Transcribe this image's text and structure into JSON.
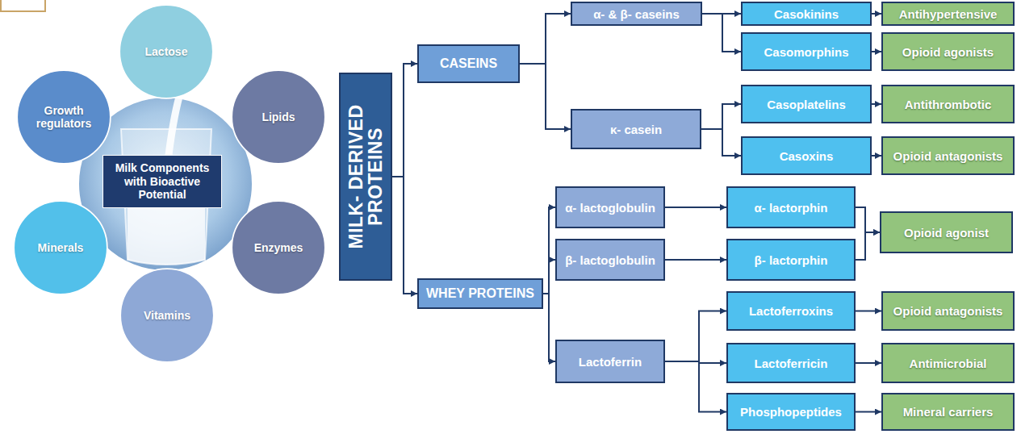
{
  "diagram": {
    "nodes": [
      {
        "text": [
          "Milk Components with Bioactive Potential"
        ]
      },
      {
        "text": [
          "Lactose"
        ]
      },
      {
        "text": [
          "Lipids"
        ]
      },
      {
        "text": [
          "Enzymes"
        ]
      },
      {
        "text": [
          "Vitamins"
        ]
      },
      {
        "text": [
          "Minerals"
        ]
      },
      {
        "text": [
          "Growth regulators"
        ]
      },
      {
        "text": [
          "MILK- DERIVED PROTEINS"
        ]
      },
      {
        "text": [
          "CASEINS"
        ]
      },
      {
        "text": [
          "WHEY PROTEINS"
        ]
      },
      {
        "text": [
          "α- & β- caseins"
        ]
      },
      {
        "text": [
          "κ- casein"
        ]
      },
      {
        "text": [
          "α- lactoglobulin"
        ]
      },
      {
        "text": [
          "β- lactoglobulin"
        ]
      },
      {
        "text": [
          "Lactoferrin"
        ]
      },
      {
        "text": [
          "Casokinins"
        ]
      },
      {
        "text": [
          "Casomorphins"
        ]
      },
      {
        "text": [
          "Casoplatelins"
        ]
      },
      {
        "text": [
          "Casoxins"
        ]
      },
      {
        "text": [
          "α- lactorphin"
        ]
      },
      {
        "text": [
          "β- lactorphin"
        ]
      },
      {
        "text": [
          "Lactoferroxins"
        ]
      },
      {
        "text": [
          "Lactoferricin"
        ]
      },
      {
        "text": [
          "Phosphopeptides"
        ]
      },
      {
        "text": [
          "Antihypertensive"
        ]
      },
      {
        "text": [
          "Opioid agonists"
        ]
      },
      {
        "text": [
          "Antithrombotic"
        ]
      },
      {
        "text": [
          "Opioid antagonists"
        ]
      },
      {
        "text": [
          "Opioid agonist"
        ]
      },
      {
        "text": [
          "Opioid antagonists"
        ]
      },
      {
        "text": [
          "Antimicrobial"
        ]
      },
      {
        "text": [
          "Mineral carriers"
        ]
      }
    ],
    "edges": [
      {
        "from": 7,
        "to": 8,
        "arrow": "to"
      },
      {
        "from": 7,
        "to": 9,
        "arrow": "to"
      },
      {
        "from": 8,
        "to": 10,
        "arrow": "to"
      },
      {
        "from": 8,
        "to": 11,
        "arrow": "to"
      },
      {
        "from": 9,
        "to": 12,
        "arrow": "to"
      },
      {
        "from": 9,
        "to": 13,
        "arrow": "to"
      },
      {
        "from": 9,
        "to": 14,
        "arrow": "to"
      },
      {
        "from": 10,
        "to": 15,
        "arrow": "to"
      },
      {
        "from": 10,
        "to": 16,
        "arrow": "to"
      },
      {
        "from": 11,
        "to": 17,
        "arrow": "to"
      },
      {
        "from": 11,
        "to": 18,
        "arrow": "to"
      },
      {
        "from": 12,
        "to": 19,
        "arrow": "to"
      },
      {
        "from": 13,
        "to": 20,
        "arrow": "to"
      },
      {
        "from": 14,
        "to": 21,
        "arrow": "to"
      },
      {
        "from": 14,
        "to": 22,
        "arrow": "to"
      },
      {
        "from": 14,
        "to": 23,
        "arrow": "to"
      },
      {
        "from": 15,
        "to": 24,
        "arrow": "to"
      },
      {
        "from": 16,
        "to": 25,
        "arrow": "to"
      },
      {
        "from": 17,
        "to": 26,
        "arrow": "to"
      },
      {
        "from": 18,
        "to": 27,
        "arrow": "to"
      },
      {
        "from": 19,
        "to": 28,
        "arrow": "to"
      },
      {
        "from": 20,
        "to": 28,
        "arrow": "to"
      },
      {
        "from": 21,
        "to": 29,
        "arrow": "to"
      },
      {
        "from": 22,
        "to": 30,
        "arrow": "to"
      },
      {
        "from": 23,
        "to": 31,
        "arrow": "to"
      }
    ]
  }
}
